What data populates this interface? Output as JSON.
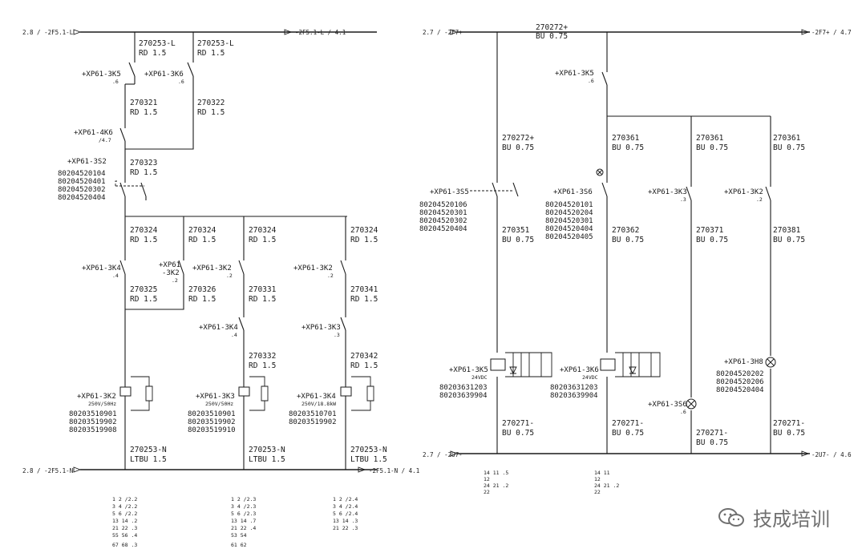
{
  "buses": {
    "l_top_in": "2.8 / -2F5.1-L",
    "l_top_out": "-2F5.1-L / 4.1",
    "l_bot_in": "2.8 / -2F5.1-N",
    "l_bot_out": "-2F5.1-N / 4.1",
    "r_top_in": "2.7 / -2F7+",
    "r_top_out": "-2F7+ / 4.7",
    "r_bot_in": "2.7 / -2U7-",
    "r_bot_out": "-2U7- / 4.6"
  },
  "left": {
    "w_270253L_a": [
      "270253-L",
      "RD 1.5"
    ],
    "w_270253L_b": [
      "270253-L",
      "RD 1.5"
    ],
    "k5_dev": "+XP61-3K5",
    "k5_ref": ".6",
    "k6_dev": "+XP61-3K6",
    "k6_ref": ".6",
    "w_270321": [
      "270321",
      "RD 1.5"
    ],
    "w_270322": [
      "270322",
      "RD 1.5"
    ],
    "k4k6_dev": "+XP61-4K6",
    "k4k6_ref": "/4.7",
    "w_270323": [
      "270323",
      "RD 1.5"
    ],
    "s2_dev": "+XP61-3S2",
    "s2_parts": [
      "80204520104",
      "80204520401",
      "80204520302",
      "80204520404"
    ],
    "w_270324": [
      [
        "270324",
        "RD 1.5"
      ],
      [
        "270324",
        "RD 1.5"
      ],
      [
        "270324",
        "RD 1.5"
      ],
      [
        "270324",
        "RD 1.5"
      ]
    ],
    "k4_dev": "+XP61-3K4",
    "k4_ref": ".4",
    "k2a_dev": [
      "+XP61",
      "-3K2"
    ],
    "k2a_ref": ".2",
    "k2b_dev": "+XP61-3K2",
    "k2b_ref": ".2",
    "k2c_dev": "+XP61-3K2",
    "k2c_ref": ".2",
    "w_270325": [
      "270325",
      "RD 1.5"
    ],
    "w_270326": [
      "270326",
      "RD 1.5"
    ],
    "w_270331": [
      "270331",
      "RD 1.5"
    ],
    "w_270341": [
      "270341",
      "RD 1.5"
    ],
    "k4b_dev": "+XP61-3K4",
    "k4b_ref": ".4",
    "k3b_dev": "+XP61-3K3",
    "k3b_ref": ".3",
    "w_270332": [
      "270332",
      "RD 1.5"
    ],
    "w_270342": [
      "270342",
      "RD 1.5"
    ],
    "coil_k2": {
      "dev": "+XP61-3K2",
      "rating": "250V/50Hz",
      "parts": [
        "80203510901",
        "80203519902",
        "80203519908"
      ]
    },
    "coil_k3": {
      "dev": "+XP61-3K3",
      "rating": "250V/50Hz",
      "parts": [
        "80203510901",
        "80203519902",
        "80203519910"
      ]
    },
    "coil_k4": {
      "dev": "+XP61-3K4",
      "rating": "250V/18.8kW",
      "parts": [
        "80203510701",
        "80203519902"
      ]
    },
    "w_270253N": [
      [
        "270253-N",
        "LTBU 1.5"
      ],
      [
        "270253-N",
        "LTBU 1.5"
      ],
      [
        "270253-N",
        "LTBU 1.5"
      ]
    ]
  },
  "right": {
    "w_270272_top": [
      "270272+",
      "BU 0.75"
    ],
    "k5_dev": "+XP61-3K5",
    "k5_ref": ".6",
    "w_270272_b": [
      "270272+",
      "BU 0.75"
    ],
    "w_270361": [
      [
        "270361",
        "BU 0.75"
      ],
      [
        "270361",
        "BU 0.75"
      ],
      [
        "270361",
        "BU 0.75"
      ]
    ],
    "s5_dev": "+XP61-3S5",
    "s5_parts": [
      "80204520106",
      "80204520301",
      "80204520302",
      "80204520404"
    ],
    "s6_dev": "+XP61-3S6",
    "s6_parts": [
      "80204520101",
      "80204520204",
      "80204520301",
      "80204520404",
      "80204520405"
    ],
    "k3_dev": "+XP61-3K3",
    "k3_ref": ".3",
    "k2_dev": "+XP61-3K2",
    "k2_ref": ".2",
    "w_270351": [
      "270351",
      "BU 0.75"
    ],
    "w_270362": [
      "270362",
      "BU 0.75"
    ],
    "w_270371": [
      "270371",
      "BU 0.75"
    ],
    "w_270381": [
      "270381",
      "BU 0.75"
    ],
    "coil_k5": {
      "dev": "+XP61-3K5",
      "rating": "24VDC",
      "parts": [
        "80203631203",
        "80203639904"
      ]
    },
    "coil_k6": {
      "dev": "+XP61-3K6",
      "rating": "24VDC",
      "parts": [
        "80203631203",
        "80203639904"
      ]
    },
    "lamp_h8": {
      "dev": "+XP61-3H8",
      "parts": [
        "80204520202",
        "80204520206",
        "80204520404"
      ]
    },
    "lamp_s6": {
      "dev": "+XP61-3S6",
      "ref": ".6"
    },
    "w_270271": [
      [
        "270271-",
        "BU 0.75"
      ],
      [
        "270271-",
        "BU 0.75"
      ],
      [
        "270271-",
        "BU 0.75"
      ],
      [
        "270271-",
        "BU 0.75"
      ]
    ]
  },
  "xref_tables": {
    "k2": [
      "1 2 /2.2",
      "3 4 /2.2",
      "5 6 /2.2",
      "13 14 .2",
      "21 22 .3",
      "55 56 .4",
      "67 68 .3"
    ],
    "k3": [
      "1 2 /2.3",
      "3 4 /2.3",
      "5 6 /2.3",
      "13 14 .7",
      "21 22 .4",
      "53 54",
      "61 62"
    ],
    "k4": [
      "1 2 /2.4",
      "3 4 /2.4",
      "5 6 /2.4",
      "13 14 .3",
      "21 22 .3"
    ],
    "k5": [
      "14 11 .5",
      "12",
      "24 21 .2",
      "22"
    ],
    "k6": [
      "14 11",
      "12",
      "24 21 .2",
      "22"
    ]
  },
  "watermark": "技成培训",
  "colors": {
    "line": "#1a1a1a",
    "watermark": "#707070",
    "background": "#ffffff"
  },
  "icons": [
    "wechat-icon"
  ]
}
